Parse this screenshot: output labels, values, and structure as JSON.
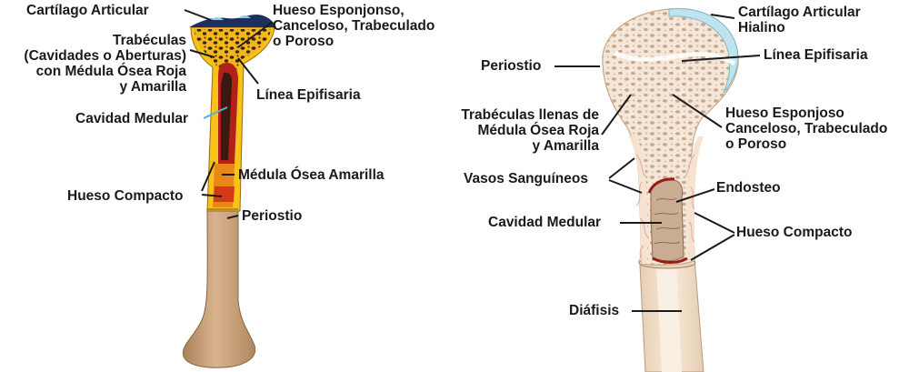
{
  "left_diagram": {
    "labels": {
      "cartilago_articular": "Cartílago Articular",
      "hueso_esponjoso": [
        "Hueso Esponjonso,",
        "Canceloso, Trabeculado",
        "o Poroso"
      ],
      "trabeculas": [
        "Trabéculas",
        "(Cavidades o Aberturas)",
        "con Médula Ósea Roja",
        "y Amarilla"
      ],
      "linea_epifisaria": "Línea Epifisaria",
      "cavidad_medular": "Cavidad Medular",
      "medula_amarilla": "Médula Ósea Amarilla",
      "hueso_compacto": "Hueso Compacto",
      "periostio": "Periostio"
    }
  },
  "right_diagram": {
    "labels": {
      "cartilago_hialino": [
        "Cartílago Articular",
        "Hialino"
      ],
      "periostio": "Periostio",
      "linea_epifisaria": "Línea Epifisaria",
      "trabeculas": [
        "Trabéculas llenas de",
        "Médula Ósea Roja",
        "y Amarilla"
      ],
      "hueso_esponjoso": [
        "Hueso Esponjoso",
        "Canceloso, Trabeculado",
        "o Poroso"
      ],
      "vasos": "Vasos Sanguíneos",
      "endosteo": "Endosteo",
      "cavidad_medular": "Cavidad Medular",
      "hueso_compacto": "Hueso Compacto",
      "diafisis": "Diáfisis"
    }
  },
  "colors": {
    "bone": "#d9b48f",
    "bone_dark": "#b8905e",
    "compact_yellow": "#f7c21a",
    "marrow_red": "#c0221a",
    "spongy": "#f3e6d8",
    "cartilage": "#bfe3ee",
    "leader": "#1a1a1a"
  }
}
